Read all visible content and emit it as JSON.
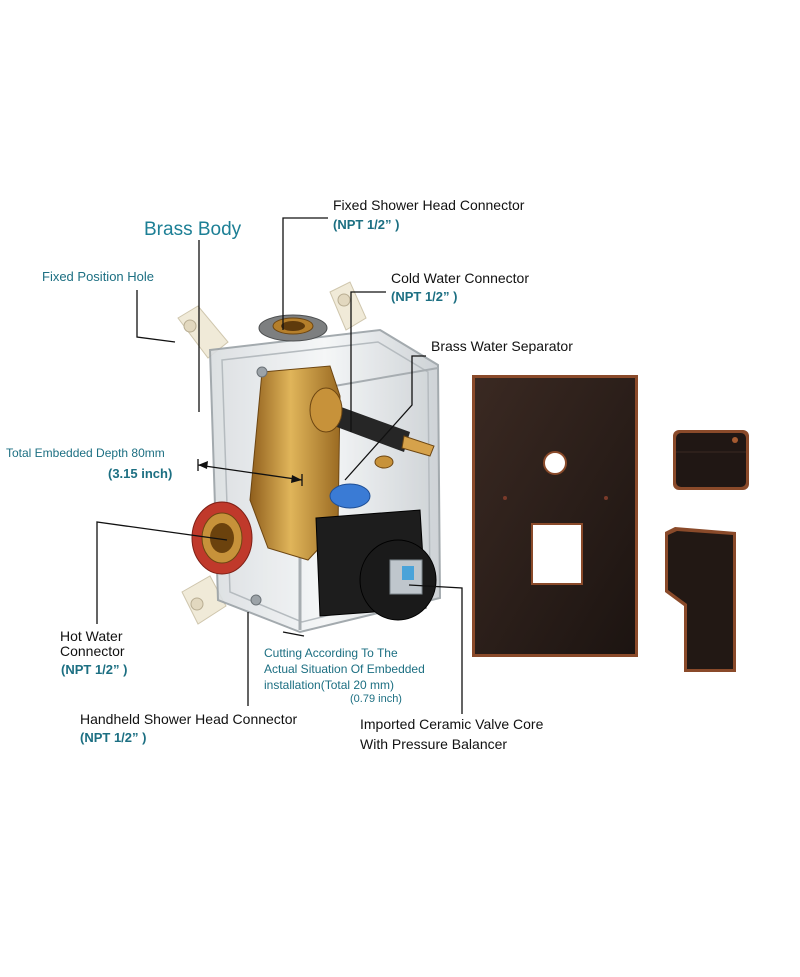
{
  "colors": {
    "teal_text": "#1c6f82",
    "brass_body_title": "#1c7f95",
    "label_text": "#111111",
    "leader_line": "#111111",
    "trim_plate": "#2a1d18",
    "bronze_edge": "#8a4a2a",
    "brass": "#c7923a",
    "red_fitting": "#c0392b",
    "blue_seal": "#3a7bd5",
    "mounting_tab": "#f0ead8"
  },
  "labels": {
    "brass_body": "Brass Body",
    "fixed_position_hole": "Fixed Position Hole",
    "fixed_shower_head": {
      "name": "Fixed Shower Head Connector",
      "spec": "(NPT 1/2” )"
    },
    "cold_water": {
      "name": "Cold Water Connector",
      "spec": "(NPT 1/2” )"
    },
    "brass_separator": "Brass Water Separator",
    "embedded_depth": {
      "line1": "Total Embedded Depth 80mm",
      "line2": "(3.15 inch)"
    },
    "hot_water": {
      "line1": "Hot Water",
      "line2": "Connector",
      "spec": "(NPT 1/2” )"
    },
    "cutting": {
      "line1": "Cutting According To The",
      "line2": "Actual Situation Of Embedded",
      "line3": "installation(Total 20 mm)",
      "line4": "(0.79 inch)"
    },
    "handheld": {
      "name": "Handheld Shower Head Connector",
      "spec": "(NPT 1/2” )"
    },
    "valve_core": {
      "line1": "Imported Ceramic Valve Core",
      "line2": "With Pressure Balancer"
    }
  },
  "icons": [
    "rough-in-valve-body",
    "square-trim-plate",
    "square-handle-front",
    "square-handle-side"
  ]
}
